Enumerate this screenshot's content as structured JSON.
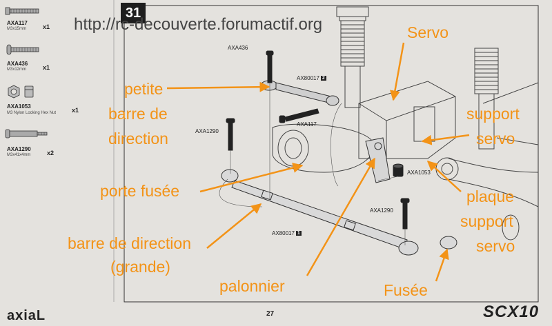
{
  "step": {
    "number": "31"
  },
  "watermark": {
    "url": "http://rc-decouverte.forumactif.org"
  },
  "parts_list": [
    {
      "code": "AXA117",
      "size": "M3x15mm",
      "qty": "x1",
      "icon": "screw-icon"
    },
    {
      "code": "AXA436",
      "size": "M3x12mm",
      "qty": "x1",
      "icon": "screw-icon"
    },
    {
      "code": "AXA1053",
      "size": "M3 Nylon Locking Hex Nut",
      "qty": "x1",
      "icon": "hex-nut-icon"
    },
    {
      "code": "AXA1290",
      "size": "M3x41x4mm",
      "qty": "x2",
      "icon": "screw-icon"
    }
  ],
  "part_labels": {
    "axa436": "AXA436",
    "ax80017_small": "AX80017",
    "ax80017_small_badge": "2",
    "axa117": "AXA117",
    "axa1290_top": "AXA1290",
    "axa1053": "AXA1053",
    "axa1290_bottom": "AXA1290",
    "ax80017_large": "AX80017",
    "ax80017_large_badge": "1"
  },
  "annotations": {
    "servo": "Servo",
    "petite_barre": [
      "petite",
      "barre de",
      "direction"
    ],
    "support_servo": [
      "support",
      "servo"
    ],
    "porte_fusee": "porte fusée",
    "plaque_support": [
      "plaque",
      "support",
      "servo"
    ],
    "barre_grande": [
      "barre de direction",
      "(grande)"
    ],
    "palonnier": "palonnier",
    "fusee": "Fusée"
  },
  "footer": {
    "brand": "axiaL",
    "page_number": "27",
    "model": "SCX10"
  },
  "colors": {
    "annotation": "#f39317",
    "line_art": "#333333",
    "paper": "#e4e2de"
  }
}
